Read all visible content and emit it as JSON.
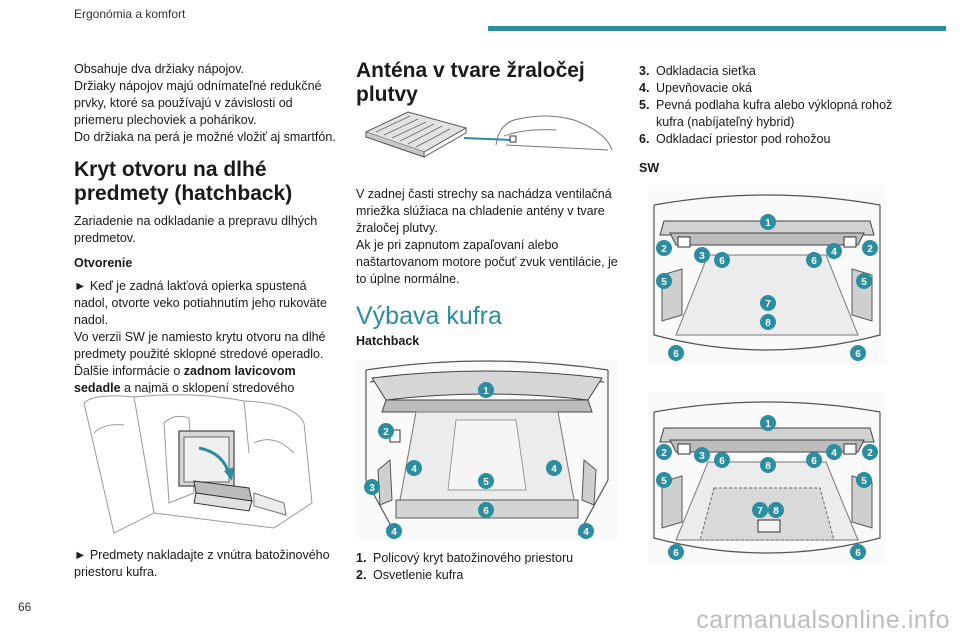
{
  "header": {
    "section": "Ergonómia a komfort"
  },
  "page_number": "66",
  "watermark": "carmanualsonline.info",
  "col1": {
    "intro": [
      "Obsahuje dva držiaky nápojov.",
      "Držiaky nápojov majú odnímateľné redukčné prvky, ktoré sa používajú v závislosti od priemeru plechoviek a pohárikov.",
      "Do držiaka na perá je možné vložiť aj smartfón."
    ],
    "heading": "Kryt otvoru na dlhé predmety (hatchback)",
    "desc": "Zariadenie na odkladanie a prepravu dlhých predmetov.",
    "sub": "Otvorenie",
    "step1": "► Keď je zadná lakťová opierka spustená nadol, otvorte veko potiahnutím jeho rukoväte nadol.",
    "sw_a": "Vo verzii SW je namiesto krytu otvoru na dlhé predmety použité sklopné stredové operadlo.",
    "sw_b": "Ďalšie informácie o ",
    "sw_bold": "zadnom lavicovom sedadle",
    "sw_c": " a najmä o sklopení stredového operadla sú uvedené v príslušnej kapitole.",
    "step2": "► Predmety nakladajte z vnútra batožinového priestoru kufra."
  },
  "col2": {
    "heading": "Anténa v tvare žraločej plutvy",
    "p1": "V zadnej časti strechy sa nachádza ventilačná mriežka slúžiaca na chladenie antény v tvare žraločej plutvy.",
    "p2": "Ak je pri zapnutom zapaľovaní alebo naštartovanom motore počuť zvuk ventilácie, je to úplne normálne.",
    "section": "Výbava kufra",
    "sub": "Hatchback",
    "list": [
      {
        "n": "1.",
        "t": "Policový kryt batožinového priestoru"
      },
      {
        "n": "2.",
        "t": "Osvetlenie kufra"
      }
    ]
  },
  "col3": {
    "list": [
      {
        "n": "3.",
        "t": "Odkladacia sieťka"
      },
      {
        "n": "4.",
        "t": "Upevňovacie oká"
      },
      {
        "n": "5.",
        "t": "Pevná podlaha kufra alebo výklopná rohož kufra (nabíjateľný hybrid)"
      },
      {
        "n": "6.",
        "t": "Odkladací priestor pod rohožou"
      }
    ],
    "sub": "SW"
  },
  "callouts": {
    "hatch": [
      "1",
      "2",
      "3",
      "4",
      "4",
      "5",
      "6",
      "4",
      "4"
    ],
    "sw1": [
      "1",
      "2",
      "3",
      "6",
      "6",
      "4",
      "2",
      "5",
      "5",
      "7",
      "8",
      "6",
      "6"
    ],
    "sw2": [
      "1",
      "2",
      "3",
      "6",
      "8",
      "6",
      "4",
      "2",
      "5",
      "5",
      "7",
      "8",
      "6",
      "6"
    ]
  },
  "colors": {
    "accent": "#2a8ea0",
    "fig_bg": "#f2f2f2",
    "line": "#555555"
  }
}
